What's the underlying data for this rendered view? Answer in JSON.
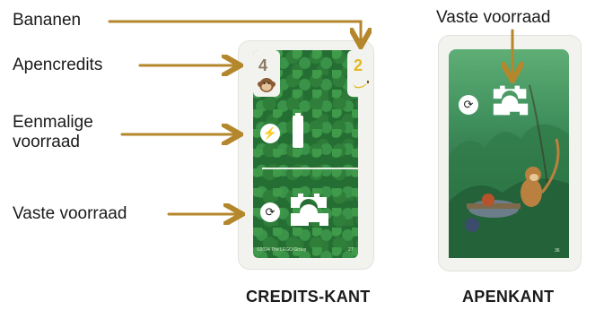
{
  "labels": {
    "bananas": "Bananen",
    "ape_credits": "Apencredits",
    "one_time_supply": "Eenmalige\nvoorraad",
    "fixed_supply_left": "Vaste voorraad",
    "fixed_supply_right": "Vaste voorraad"
  },
  "credits_card": {
    "ape_credits_value": "4",
    "bananas_value": "2",
    "copyright": "©2024 The LEGO Group",
    "page_number": "27"
  },
  "ape_card": {
    "page_number": "36"
  },
  "captions": {
    "credits_side": "CREDITS-KANT",
    "ape_side": "APENKANT"
  },
  "colors": {
    "arrow": "#b5872c",
    "banana": "#e2b81e",
    "card_green": "#256e33"
  },
  "icons": [
    "banana-icon",
    "monkey-face-icon",
    "lightning-icon",
    "cycle-icon",
    "brick-icon"
  ]
}
